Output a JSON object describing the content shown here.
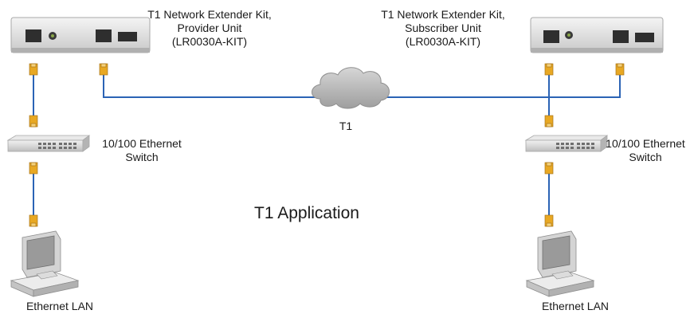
{
  "provider_unit": {
    "line1": "T1 Network Extender Kit,",
    "line2": "Provider Unit",
    "line3": "(LR0030A-KIT)"
  },
  "subscriber_unit": {
    "line1": "T1 Network Extender Kit,",
    "line2": "Subscriber Unit",
    "line3": "(LR0030A-KIT)"
  },
  "cloud_label": "T1",
  "left_switch": {
    "line1": "10/100 Ethernet",
    "line2": "Switch"
  },
  "right_switch": {
    "line1": "10/100 Ethernet",
    "line2": "Switch"
  },
  "diagram_title": "T1 Application",
  "left_pc_label": "Ethernet LAN",
  "right_pc_label": "Ethernet LAN",
  "colors": {
    "cable": "#2b63b5",
    "connector": "#e8a823",
    "device_body": "#dcdcdc",
    "cloud": "#b7b7b7"
  }
}
